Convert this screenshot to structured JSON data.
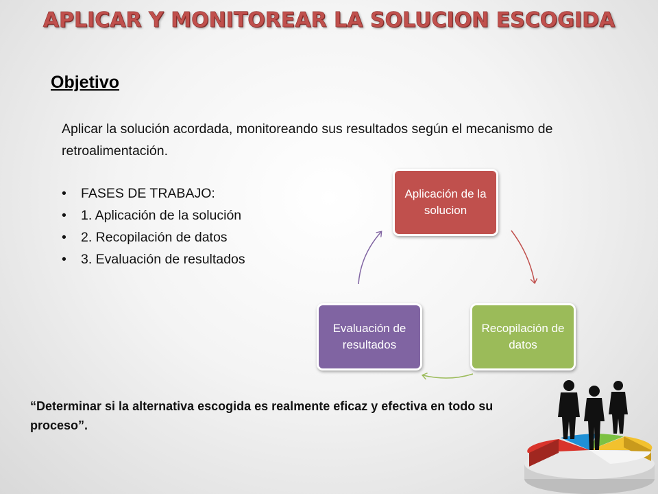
{
  "title": "APLICAR Y MONITOREAR LA SOLUCION ESCOGIDA",
  "objective": {
    "heading": "Objetivo",
    "text": "Aplicar la solución acordada, monitoreando sus resultados según el mecanismo de retroalimentación."
  },
  "phases": [
    "FASES DE TRABAJO:",
    "1. Aplicación de la solución",
    "2. Recopilación de datos",
    "3. Evaluación de resultados"
  ],
  "cycle": {
    "nodes": [
      {
        "label": "Aplicación de la solucion",
        "color": "#c0504d"
      },
      {
        "label": "Recopilación de datos",
        "color": "#9bbb59"
      },
      {
        "label": "Evaluación de resultados",
        "color": "#8064a2"
      }
    ],
    "arrow_colors": [
      "#c0504d",
      "#9bbb59",
      "#8064a2"
    ]
  },
  "quote": "“Determinar si la alternativa escogida es realmente eficaz y efectiva en todo su proceso”.",
  "illustration": "business-people-on-pie-chart"
}
